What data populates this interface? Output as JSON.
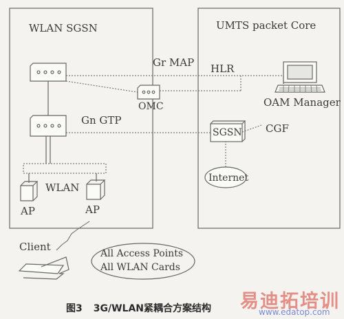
{
  "regions": {
    "left_title": "WLAN SGSN",
    "right_title": "UMTS packet Core"
  },
  "labels": {
    "gr_map": "Gr MAP",
    "hlr": "HLR",
    "omc": "OMC",
    "oam_manager": "OAM Manager",
    "gn_gtp": "Gn GTP",
    "sgsn": "SGSN",
    "cgf": "CGF",
    "internet": "Internet",
    "wlan": "WLAN",
    "ap_left": "AP",
    "ap_right": "AP",
    "client": "Client",
    "all_access_points": "All Access Points",
    "all_wlan_cards": "All WLAN Cards"
  },
  "caption": {
    "prefix": "图3",
    "title": "3G/WLAN紧耦合方案结构"
  },
  "watermark": {
    "text": "易迪拓培训",
    "url": "www.edatop.com"
  }
}
